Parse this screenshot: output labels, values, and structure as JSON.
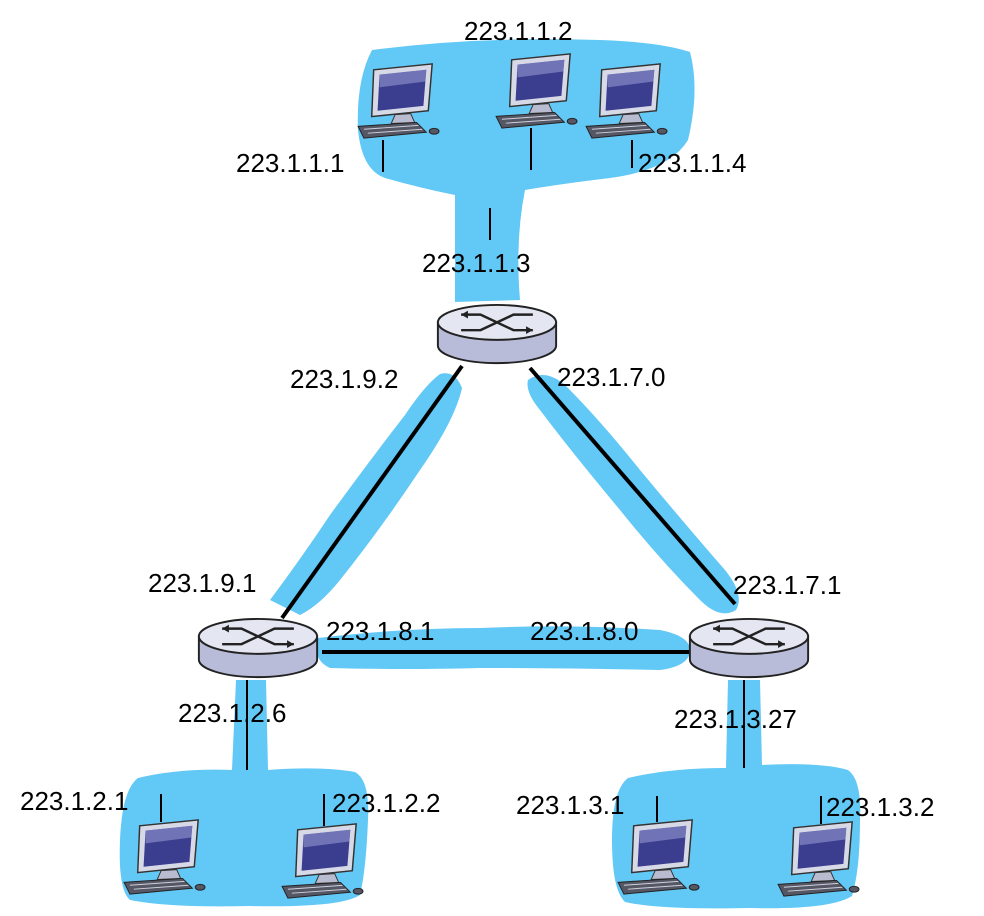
{
  "colors": {
    "subnet_fill": "#62c8f6",
    "link": "#000000",
    "router_top": "#e4e6f2",
    "router_side": "#b8bcd8",
    "router_stroke": "#222222"
  },
  "icons": {
    "host": "desktop-computer-icon",
    "router": "router-icon"
  },
  "labels": {
    "h_1_1_1": "223.1.1.1",
    "h_1_1_2": "223.1.1.2",
    "h_1_1_4": "223.1.1.4",
    "r_top_if_1_1_3": "223.1.1.3",
    "r_top_if_1_9_2": "223.1.9.2",
    "r_top_if_1_7_0": "223.1.7.0",
    "r_left_if_1_9_1": "223.1.9.1",
    "r_left_if_1_8_1": "223.1.8.1",
    "r_right_if_1_8_0": "223.1.8.0",
    "r_right_if_1_7_1": "223.1.7.1",
    "r_left_if_1_2_6": "223.1.2.6",
    "r_right_if_1_3_27": "223.1.3.27",
    "h_1_2_1": "223.1.2.1",
    "h_1_2_2": "223.1.2.2",
    "h_1_3_1": "223.1.3.1",
    "h_1_3_2": "223.1.3.2"
  }
}
